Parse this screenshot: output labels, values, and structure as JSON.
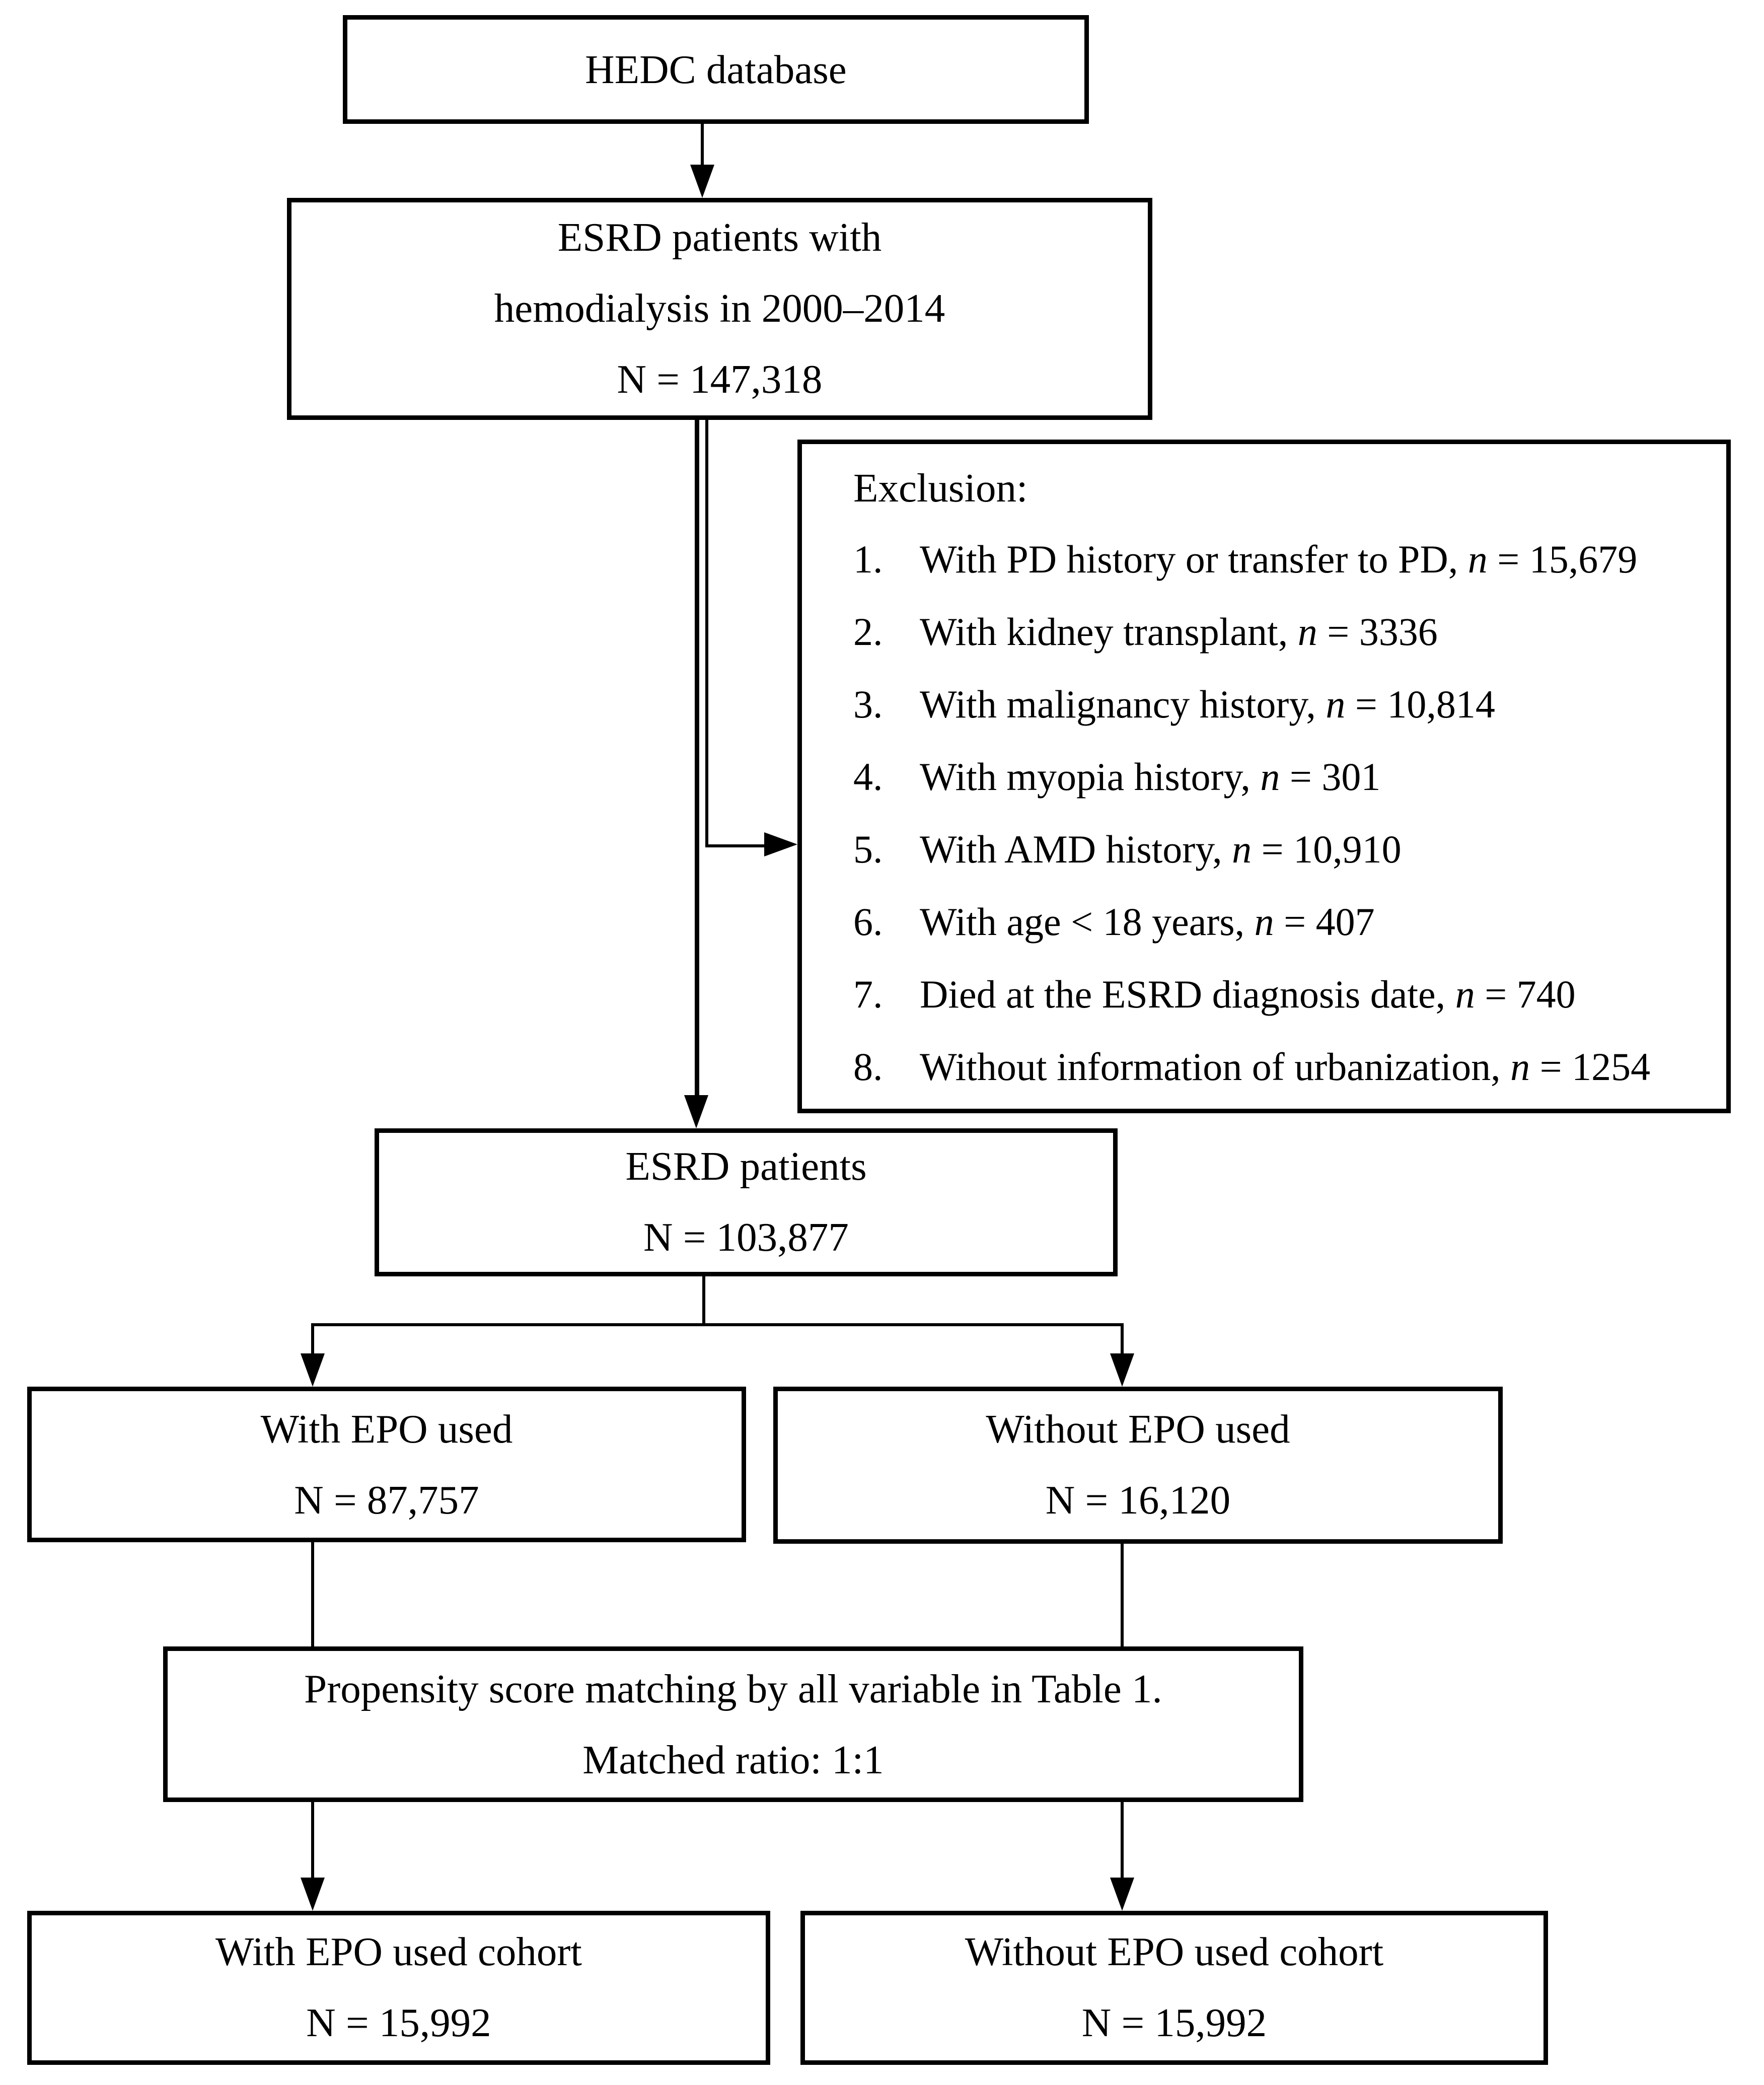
{
  "colors": {
    "ink": "#000000",
    "background": "#ffffff"
  },
  "diagram": {
    "hedc": {
      "title": "HEDC database"
    },
    "esrd_hd": {
      "line1": "ESRD patients with",
      "line2": "hemodialysis in 2000–2014",
      "line3": "N = 147,318"
    },
    "exclusion": {
      "title": "Exclusion:",
      "items": [
        {
          "num": "1.",
          "pre": "With PD history or transfer to PD, ",
          "var": "n",
          "post": " = 15,679"
        },
        {
          "num": "2.",
          "pre": "With kidney transplant, ",
          "var": "n",
          "post": " = 3336"
        },
        {
          "num": "3.",
          "pre": "With malignancy history, ",
          "var": "n",
          "post": " = 10,814"
        },
        {
          "num": "4.",
          "pre": "With myopia history, ",
          "var": "n",
          "post": " = 301"
        },
        {
          "num": "5.",
          "pre": "With AMD history, ",
          "var": "n",
          "post": " = 10,910"
        },
        {
          "num": "6.",
          "pre": "With age < 18 years, ",
          "var": "n",
          "post": " = 407"
        },
        {
          "num": "7.",
          "pre": "Died at the ESRD diagnosis date, ",
          "var": "n",
          "post": " = 740"
        },
        {
          "num": "8.",
          "pre": "Without information of urbanization, ",
          "var": "n",
          "post": " = 1254"
        }
      ]
    },
    "esrd": {
      "line1": "ESRD patients",
      "line2": "N = 103,877"
    },
    "with_epo": {
      "line1": "With EPO used",
      "line2": "N = 87,757"
    },
    "without_epo": {
      "line1": "Without EPO used",
      "line2": "N = 16,120"
    },
    "matching": {
      "line1": "Propensity score matching by all variable in Table 1.",
      "line2": "Matched ratio: 1:1"
    },
    "with_cohort": {
      "line1": "With EPO used cohort",
      "line2": "N = 15,992"
    },
    "without_cohort": {
      "line1": "Without EPO used cohort",
      "line2": "N = 15,992"
    }
  }
}
